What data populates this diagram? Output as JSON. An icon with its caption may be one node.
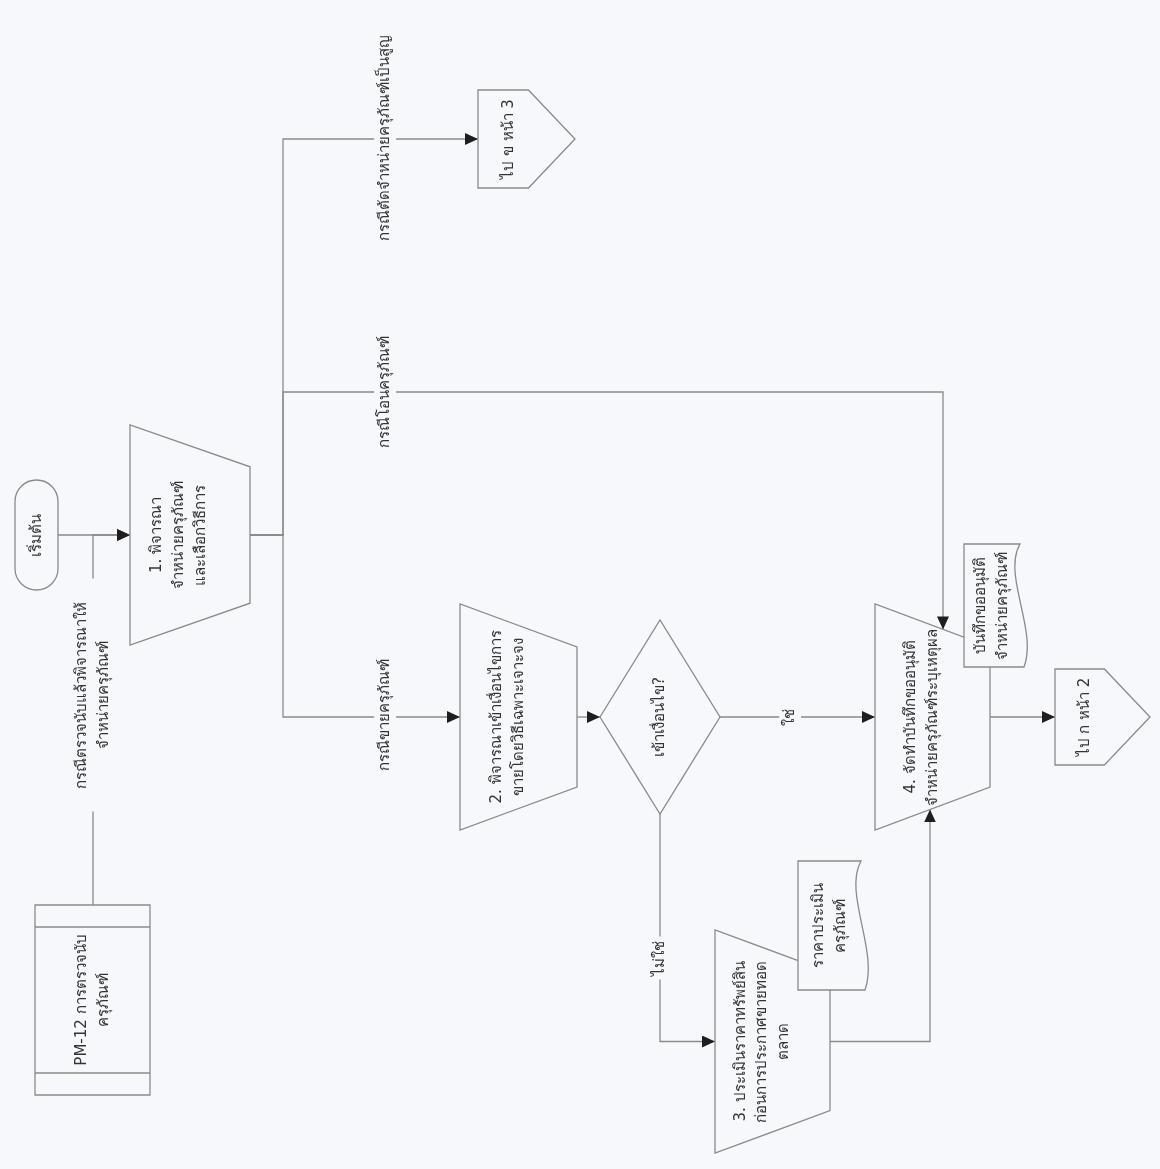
{
  "diagram": {
    "nodes": [
      {
        "text": [
          "PM-12 การตรวจนับครุภัณฑ์"
        ]
      },
      {
        "text": [
          "เริ่มต้น"
        ]
      },
      {
        "text": [
          "1. พิจารณาจำหน่ายครุภัณฑ์และเลือกวิธีการ"
        ]
      },
      {
        "text": [
          "ไป ข หน้า 3"
        ]
      },
      {
        "text": [
          "2. พิจารณาเข้าเงื่อนไขการขายโดยวิธีเฉพาะเจาะจง"
        ]
      },
      {
        "text": [
          "เข้าเงื่อนไข?"
        ]
      },
      {
        "text": [
          "3. ประเมินราคาทรัพย์สินก่อนการประกาศขายทอดตลาด"
        ]
      },
      {
        "text": [
          "ราคาประเมินครุภัณฑ์"
        ]
      },
      {
        "text": [
          "4. จัดทำบันทึกขออนุมัติจำหน่ายครุภัณฑ์ระบุเหตุผล"
        ]
      },
      {
        "text": [
          "บันทึกขออนุมัติจำหน่ายครุภัณฑ์"
        ]
      },
      {
        "text": [
          "ไป ก หน้า 2"
        ]
      }
    ],
    "edges": [
      {
        "from": 1,
        "to": 2,
        "arrow": "to"
      },
      {
        "from": 0,
        "to": 2,
        "arrow": "to",
        "label": "กรณีตรวจนับแล้วพิจารณาให้จำหน่ายครุภัณฑ์"
      },
      {
        "from": 2,
        "to": 4,
        "arrow": "to",
        "label": "กรณีขายครุภัณฑ์"
      },
      {
        "from": 2,
        "to": 8,
        "arrow": "to",
        "label": "กรณีโอนครุภัณฑ์"
      },
      {
        "from": 2,
        "to": 3,
        "arrow": "to",
        "label": "กรณีตัดจำหน่ายครุภัณฑ์เป็นสูญ"
      },
      {
        "from": 4,
        "to": 5,
        "arrow": "to"
      },
      {
        "from": 5,
        "to": 8,
        "arrow": "to",
        "label": "ใช่"
      },
      {
        "from": 5,
        "to": 6,
        "arrow": "to",
        "label": "ไม่ใช่"
      },
      {
        "from": 6,
        "to": 8,
        "arrow": "to"
      },
      {
        "from": 8,
        "to": 10,
        "arrow": "to"
      }
    ]
  }
}
